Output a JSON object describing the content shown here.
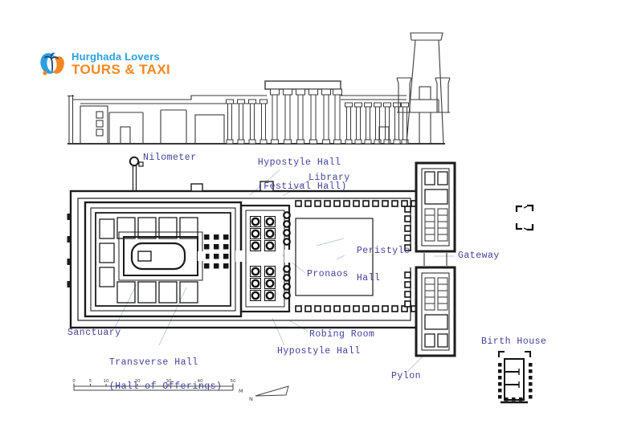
{
  "logo": {
    "name": "Hurghada Lovers",
    "tagline": "TOURS & TAXI"
  },
  "plan_labels": {
    "nilometer": "Nilometer",
    "hypostyle_festival": [
      "Hypostyle Hall",
      "(Festival Hall)"
    ],
    "library": "Library",
    "peristyle": [
      "Peristyle",
      "Hall"
    ],
    "gateway": "Gateway",
    "pronaos": "Pronaos",
    "sanctuary": "Sanctuary",
    "transverse": [
      "Transverse Hall",
      "(Hall of Offerings)"
    ],
    "robing_room": "Robing Room",
    "hypostyle": "Hypostyle Hall",
    "pylon": "Pylon",
    "birth_house": "Birth House"
  },
  "scale_bar": {
    "ticks": [
      "0",
      "5",
      "10",
      "20",
      "30",
      "40",
      "50"
    ],
    "unit": "M"
  },
  "compass": {
    "north": "N"
  },
  "icons": {
    "logo": "palm-tree-travel-badge",
    "nilometer": "nilometer-well",
    "north": "north-arrow",
    "unfinished_structure": "corner-marks"
  },
  "colors": {
    "label_text": "#41419B",
    "logo_blue": "#2B9FE0",
    "logo_orange": "#F6871F",
    "drawing_line": "#333333",
    "plan_line": "#1C1C1C",
    "leader_line": "#C4CCD8",
    "background": "#FFFFFF"
  }
}
